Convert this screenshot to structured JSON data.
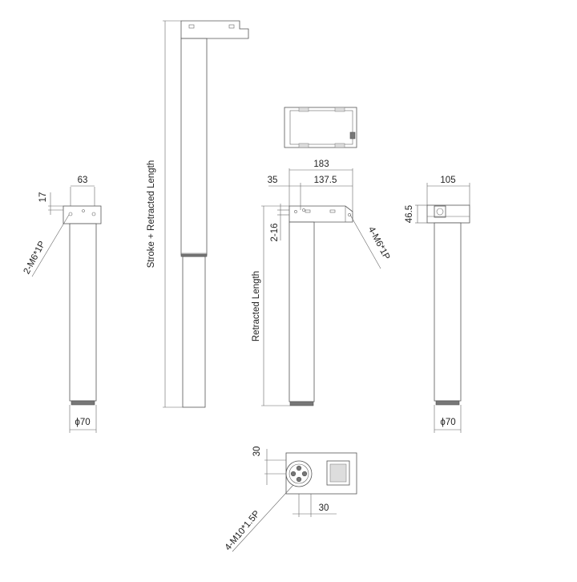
{
  "labels": {
    "stroke_plus_retracted": "Stroke + Retracted Length",
    "retracted_length": "Retracted Length",
    "side_left_thread": "2-M6*1P",
    "front_thread": "4-M6*1P",
    "bottom_thread": "4-M10*1.5P"
  },
  "dimensions": {
    "left_width": "63",
    "left_height": "17",
    "left_diameter": "ϕ70",
    "front_total": "183",
    "front_offset": "35",
    "front_span": "137.5",
    "front_depth": "2-16",
    "right_width": "105",
    "right_height": "46.5",
    "right_diameter": "ϕ70",
    "bottom_vertical": "30",
    "bottom_horizontal": "30"
  }
}
